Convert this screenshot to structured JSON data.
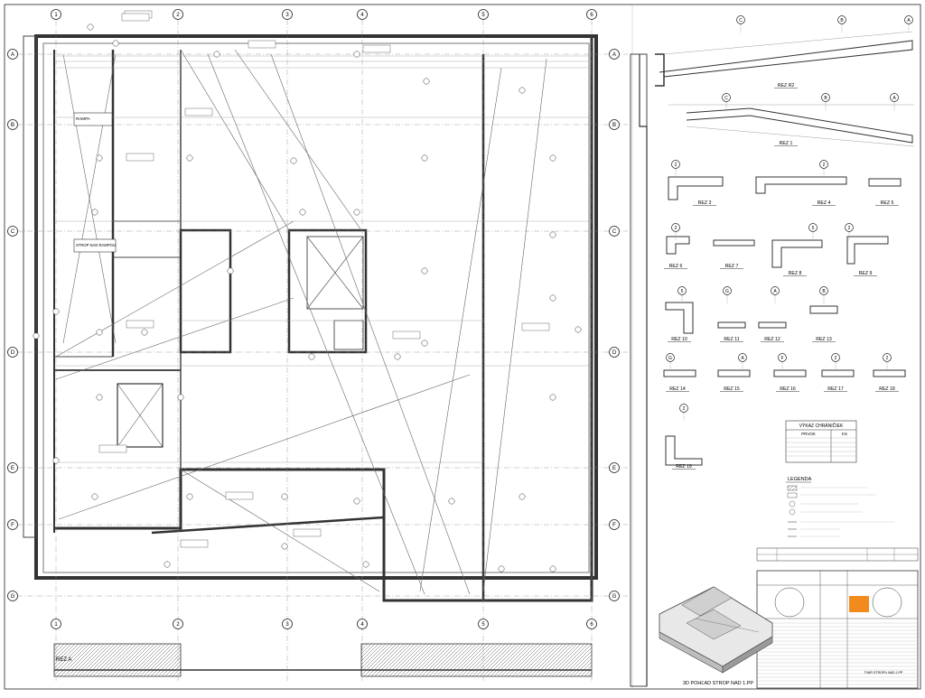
{
  "drawing": {
    "grid_columns": [
      "1",
      "2",
      "3",
      "4",
      "5",
      "6"
    ],
    "grid_rows": [
      "A",
      "B",
      "C",
      "D",
      "E",
      "F",
      "G"
    ],
    "plan_section_label": "REZ A",
    "view_3d_label": "3D POHĽAD STROP NAD 1.PP",
    "title_sheet_name": "TVAR STROPU NAD 1.PP",
    "sections": [
      {
        "id": "rez-r2",
        "label": "REZ R2",
        "marks": [
          "C",
          "B",
          "A"
        ]
      },
      {
        "id": "rez-1",
        "label": "REZ 1",
        "marks": [
          "C",
          "B",
          "A"
        ]
      },
      {
        "id": "rez-3",
        "label": "REZ 3",
        "marks": [
          "2"
        ]
      },
      {
        "id": "rez-4",
        "label": "REZ 4",
        "marks": [
          "2"
        ]
      },
      {
        "id": "rez-5",
        "label": "REZ 5",
        "marks": []
      },
      {
        "id": "rez-6",
        "label": "REZ 6",
        "marks": [
          "2"
        ]
      },
      {
        "id": "rez-7",
        "label": "REZ 7",
        "marks": []
      },
      {
        "id": "rez-8",
        "label": "REZ 8",
        "marks": [
          "5"
        ]
      },
      {
        "id": "rez-9",
        "label": "REZ 9",
        "marks": [
          "2"
        ]
      },
      {
        "id": "rez-10",
        "label": "REZ 10",
        "marks": [
          "5"
        ]
      },
      {
        "id": "rez-11",
        "label": "REZ 11",
        "marks": [
          "G"
        ]
      },
      {
        "id": "rez-12",
        "label": "REZ 12",
        "marks": [
          "A"
        ]
      },
      {
        "id": "rez-13",
        "label": "REZ 13",
        "marks": [
          "B"
        ]
      },
      {
        "id": "rez-14",
        "label": "REZ 14",
        "marks": [
          "G"
        ]
      },
      {
        "id": "rez-15",
        "label": "REZ 15",
        "marks": [
          "A"
        ]
      },
      {
        "id": "rez-16",
        "label": "REZ 16",
        "marks": [
          "F"
        ]
      },
      {
        "id": "rez-17",
        "label": "REZ 17",
        "marks": [
          "2"
        ]
      },
      {
        "id": "rez-18",
        "label": "REZ 18",
        "marks": [
          "2"
        ]
      },
      {
        "id": "rez-19",
        "label": "REZ 19",
        "marks": [
          "2"
        ]
      }
    ],
    "table_title": "VÝKAZ CHRÁNIČIEK",
    "table_header": [
      "PRVOK",
      "KS"
    ],
    "legend_title": "LEGENDA",
    "plan_labels": [
      "RAMPA",
      "STROP NAD RAMPOU"
    ]
  }
}
